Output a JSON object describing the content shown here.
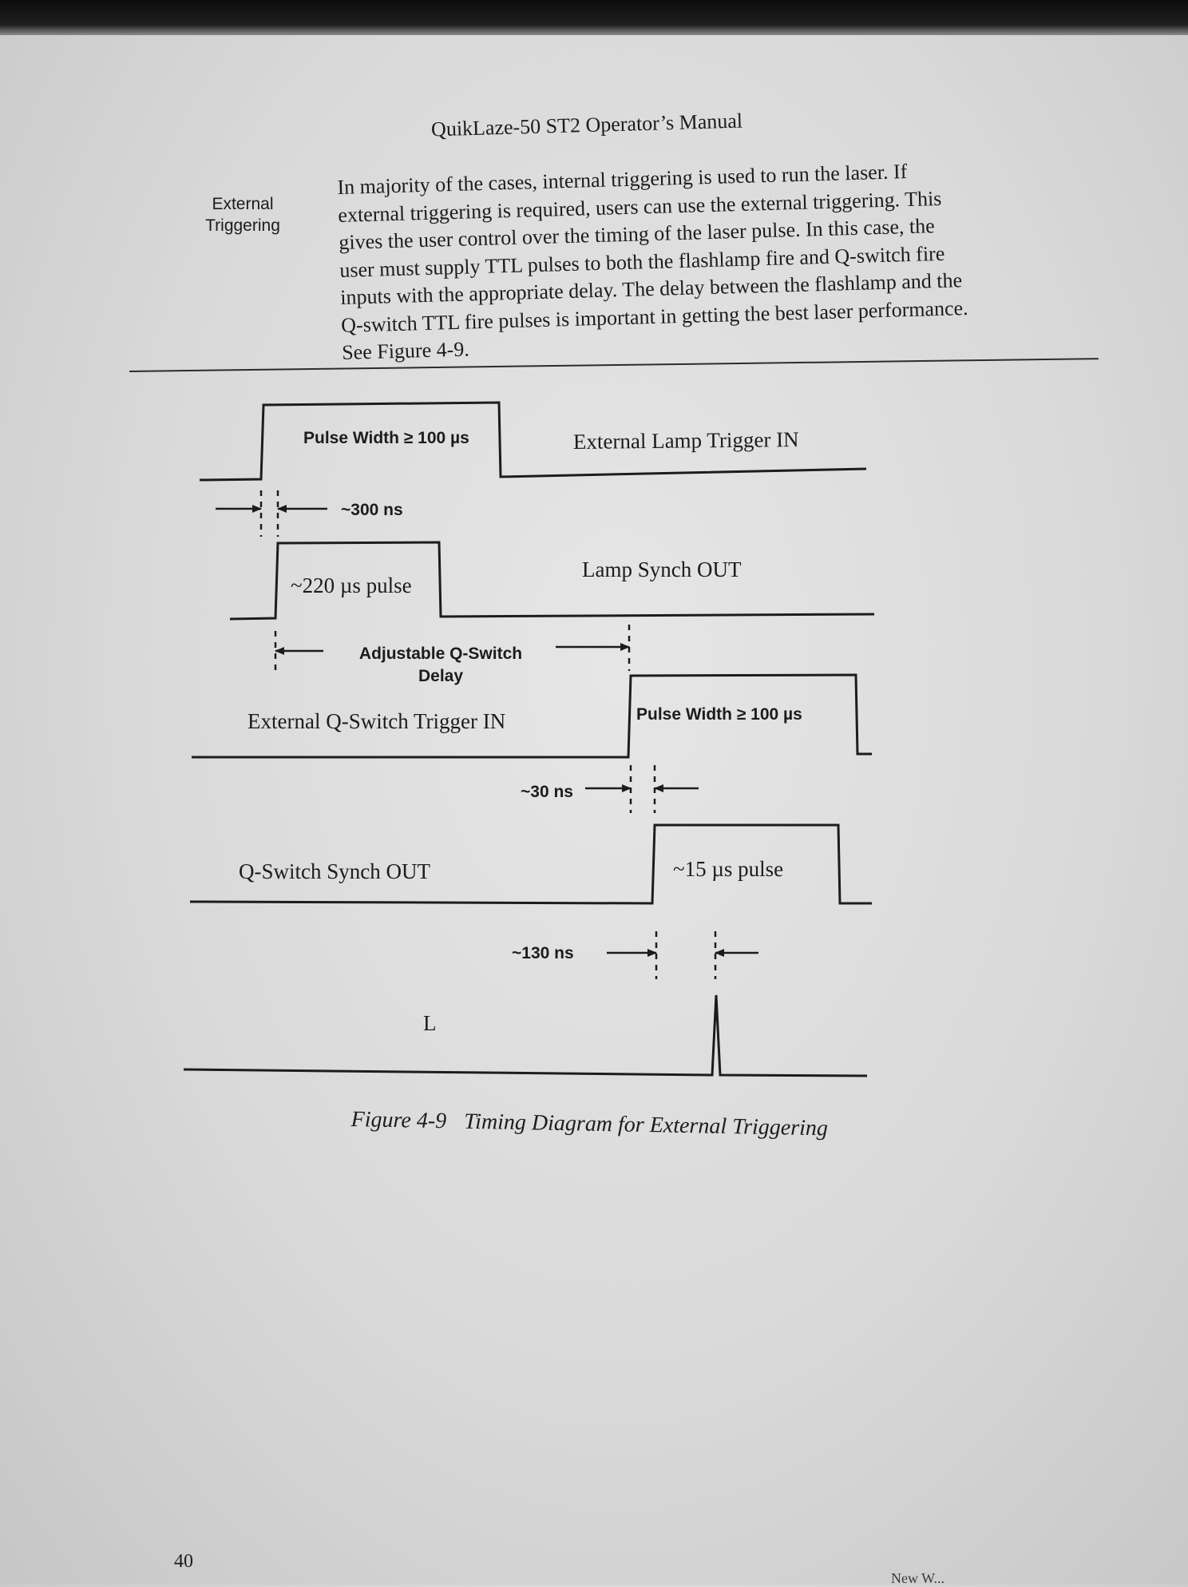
{
  "header": {
    "title": "QuikLaze-50 ST2 Operator’s Manual"
  },
  "section": {
    "side_heading_line1": "External",
    "side_heading_line2": "Triggering",
    "paragraph_lines": [
      "In majority of the cases, internal triggering is used to run the laser.  If",
      "external triggering is required, users can use the external triggering.  This",
      "gives the user control over the timing of the laser pulse.  In this case, the",
      "user must supply TTL pulses to both the flashlamp fire and Q-switch fire",
      "inputs with the appropriate delay.  The delay between the flashlamp and the",
      "Q-switch TTL fire pulses is important in getting the best laser performance.",
      "See Figure 4-9."
    ]
  },
  "diagram": {
    "lamp_trigger": {
      "label": "External Lamp Trigger IN",
      "pulse_label": "Pulse Width ≥ 100 µs"
    },
    "delay_300": "~300 ns",
    "lamp_synch": {
      "label": "Lamp Synch OUT",
      "pulse_label": "~220 µs pulse"
    },
    "qswitch_delay_line1": "Adjustable Q-Switch",
    "qswitch_delay_line2": "Delay",
    "qswitch_trigger": {
      "label": "External Q-Switch Trigger IN",
      "pulse_label": "Pulse Width ≥ 100 µs"
    },
    "delay_30": "~30 ns",
    "qswitch_synch": {
      "label": "Q-Switch Synch OUT",
      "pulse_label": "~15 µs pulse"
    },
    "delay_130": "~130 ns",
    "laser_output_label": "L"
  },
  "caption": {
    "number": "Figure 4-9",
    "text": "Timing Diagram for External Triggering"
  },
  "page_number": "40",
  "footer_text": "New W..."
}
